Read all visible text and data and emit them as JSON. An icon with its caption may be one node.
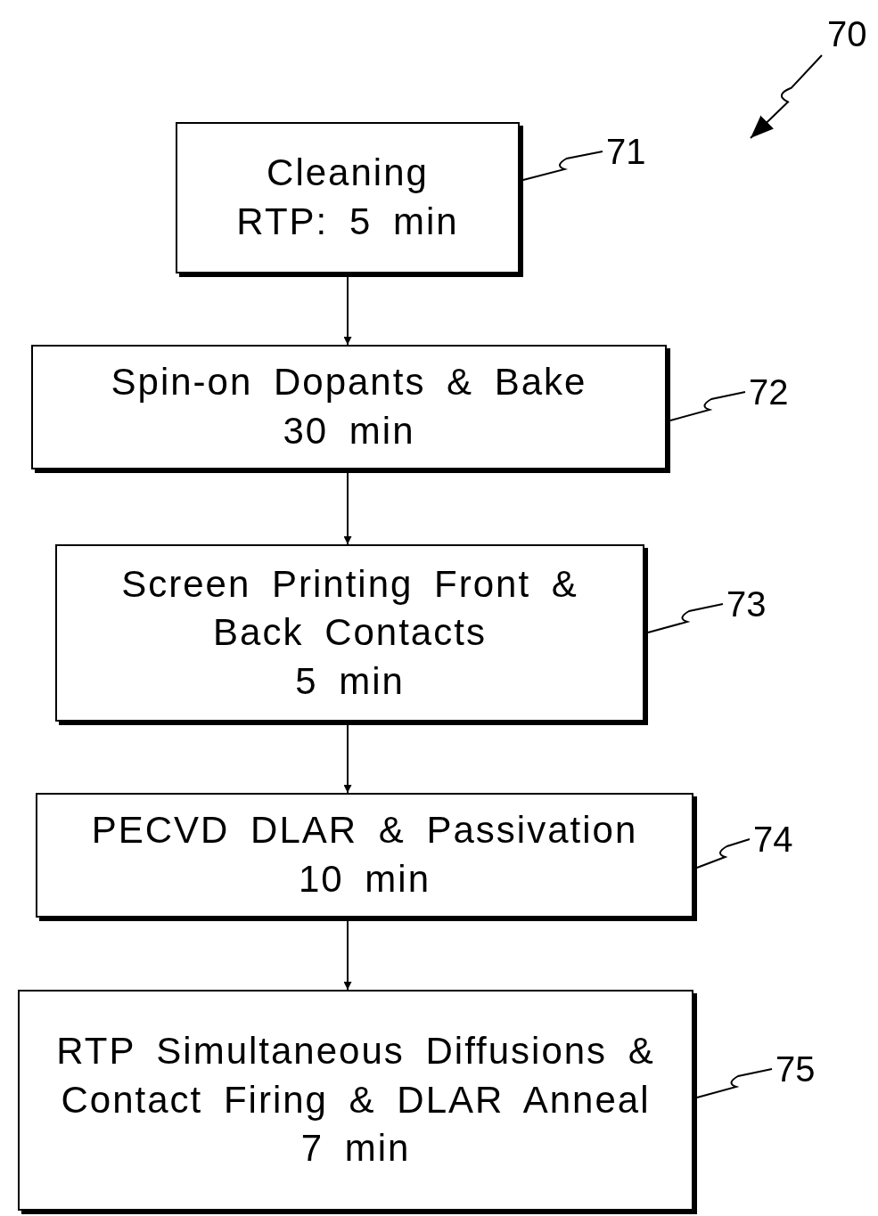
{
  "diagram": {
    "nodes": [
      {
        "text": [
          "70"
        ]
      },
      {
        "text": [
          "Cleaning",
          "RTP: 5 min"
        ]
      },
      {
        "text": [
          "71"
        ]
      },
      {
        "text": [
          "Spin-on Dopants & Bake",
          "30 min"
        ]
      },
      {
        "text": [
          "72"
        ]
      },
      {
        "text": [
          "Screen Printing Front & Back Contacts",
          "5 min"
        ]
      },
      {
        "text": [
          "73"
        ]
      },
      {
        "text": [
          "PECVD DLAR & Passivation",
          "10 min"
        ]
      },
      {
        "text": [
          "74"
        ]
      },
      {
        "text": [
          "RTP Simultaneous Diffusions & Contact Firing & DLAR Anneal",
          "7 min"
        ]
      },
      {
        "text": [
          "75"
        ]
      }
    ],
    "edges": [
      {
        "from": 1,
        "to": 3,
        "arrow": "to"
      },
      {
        "from": 3,
        "to": 5,
        "arrow": "to"
      },
      {
        "from": 5,
        "to": 7,
        "arrow": "to"
      },
      {
        "from": 7,
        "to": 9,
        "arrow": "to"
      },
      {
        "from": 2,
        "to": 1,
        "arrow": "none"
      },
      {
        "from": 4,
        "to": 3,
        "arrow": "none"
      },
      {
        "from": 6,
        "to": 5,
        "arrow": "none"
      },
      {
        "from": 8,
        "to": 7,
        "arrow": "none"
      },
      {
        "from": 10,
        "to": 9,
        "arrow": "none"
      },
      {
        "from": 0,
        "to": null,
        "arrow": "to"
      }
    ]
  }
}
